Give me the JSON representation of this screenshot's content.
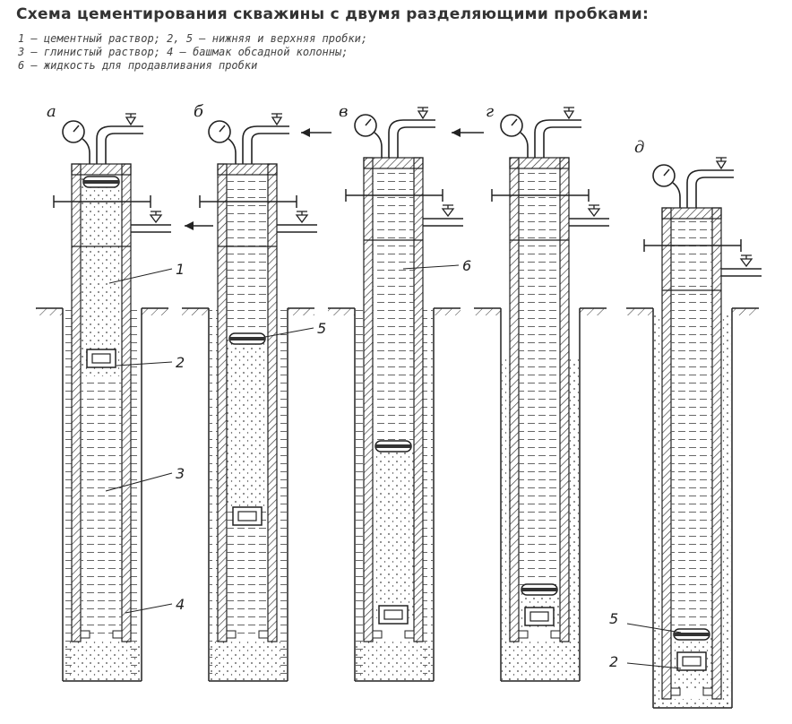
{
  "title": "Схема цементирования скважины с двумя разделяющими пробками:",
  "legend": [
    "1 — цементный раствор; 2, 5 — нижняя и верхняя пробки;",
    "3 — глинистый раствор; 4 — башмак обсадной колонны;",
    "6 — жидкость для продавливания пробки"
  ],
  "stages": [
    {
      "letter": "а",
      "callouts": [
        "1",
        "2",
        "3",
        "4"
      ]
    },
    {
      "letter": "б",
      "callouts": [
        "5"
      ]
    },
    {
      "letter": "в",
      "callouts": [
        "6"
      ]
    },
    {
      "letter": "г",
      "callouts": []
    },
    {
      "letter": "д",
      "callouts": [
        "5",
        "2"
      ]
    }
  ]
}
